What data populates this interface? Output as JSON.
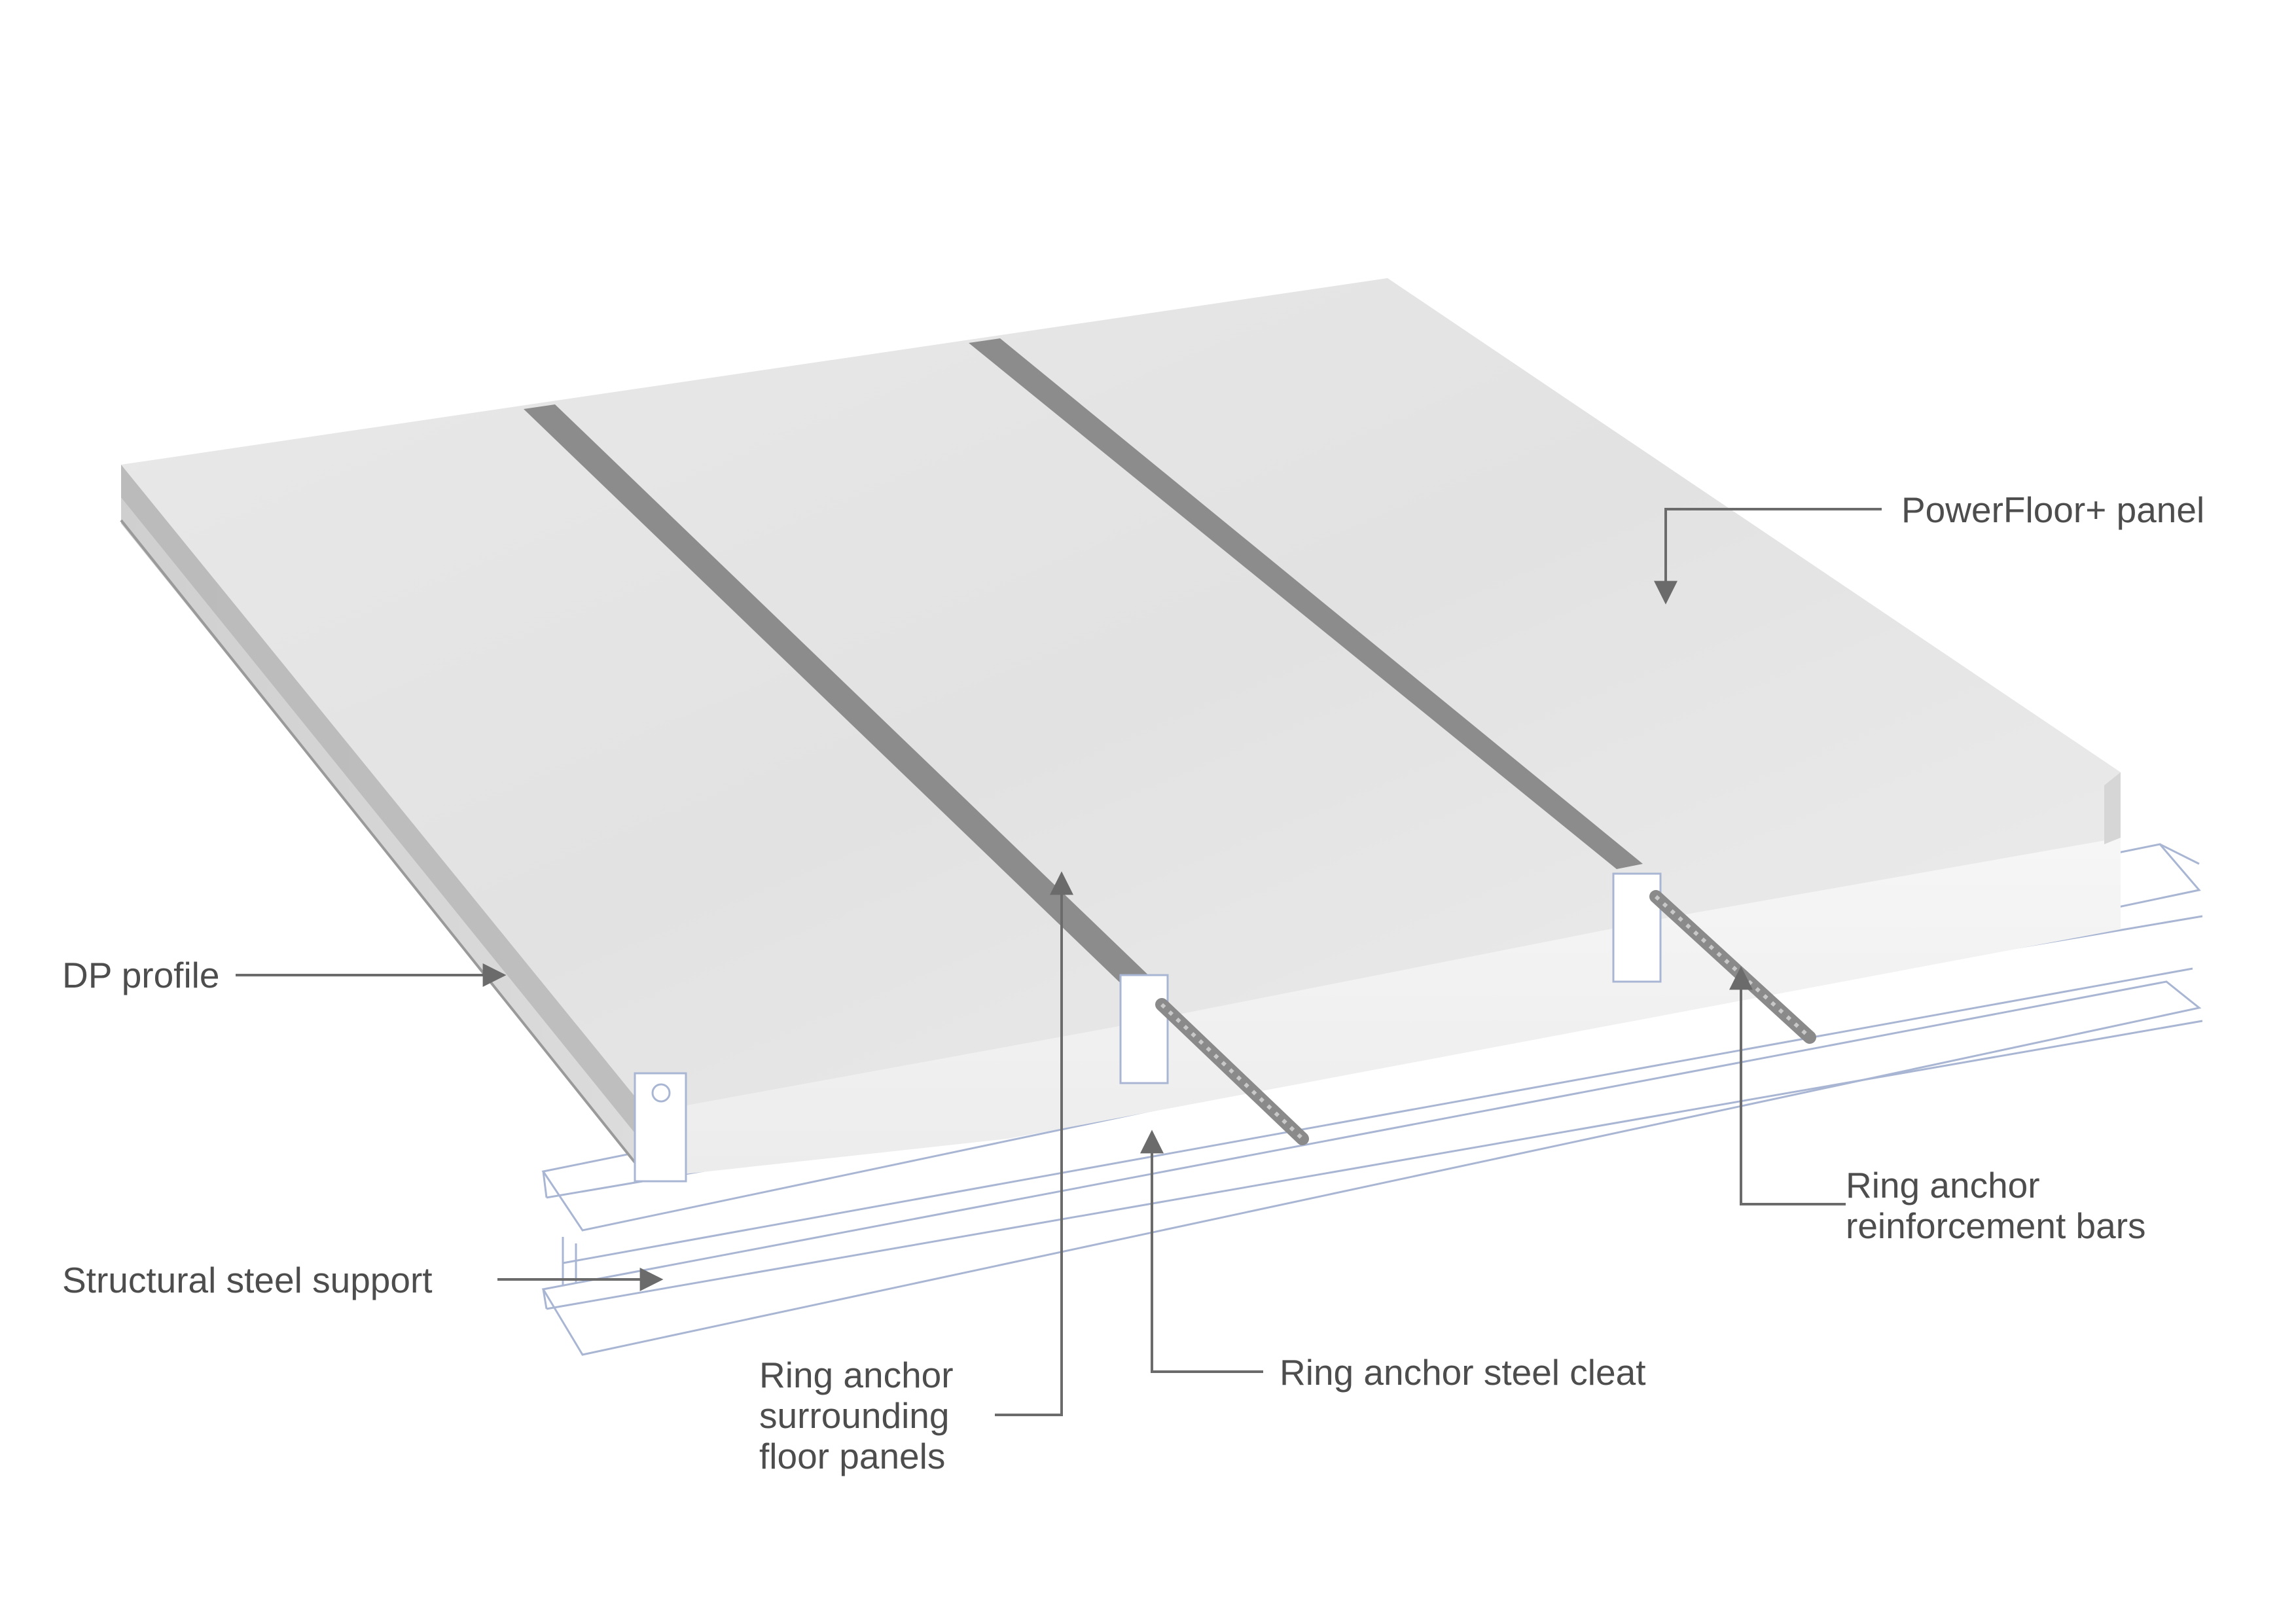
{
  "diagram": {
    "labels": {
      "powerfloor_panel": "PowerFloor+ panel",
      "dp_profile": "DP profile",
      "structural_steel_support": "Structural steel support",
      "ring_anchor_surrounding": [
        "Ring anchor",
        "surrounding",
        "floor panels"
      ],
      "ring_anchor_steel_cleat": "Ring anchor steel cleat",
      "ring_anchor_reinforcement": [
        "Ring anchor",
        "reinforcement bars"
      ]
    },
    "colors": {
      "label_text": "#4d4d4d",
      "leader_line": "#6b6b6b",
      "panel_top": "#e4e4e4",
      "panel_joint": "#8c8c8c",
      "panel_edge": "#f1f1f1",
      "steel_outline": "#a9b6d3"
    }
  }
}
